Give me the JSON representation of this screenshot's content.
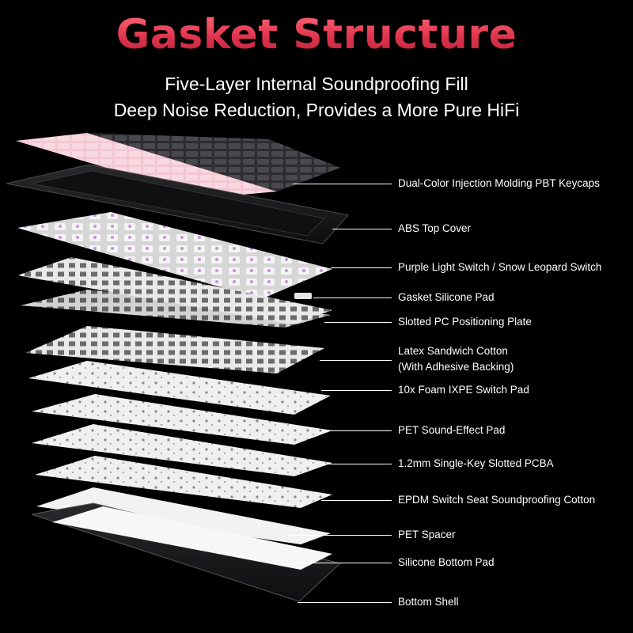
{
  "header": {
    "title": "Gasket Structure",
    "subtitle_1": "Five-Layer Internal Soundproofing Fill",
    "subtitle_2": "Deep Noise Reduction, Provides a More Pure HiFi"
  },
  "colors": {
    "title_accent": "#e0334d",
    "keycap_pink": "#f3c7d4",
    "keycap_dark": "#3a3a3e",
    "background": "#000000"
  },
  "layers": [
    {
      "name": "Dual-Color Injection Molding PBT Keycaps"
    },
    {
      "name": "ABS Top Cover"
    },
    {
      "name": "Purple Light Switch / Snow Leopard Switch"
    },
    {
      "name": "Gasket Silicone Pad"
    },
    {
      "name": "Slotted PC Positioning Plate"
    },
    {
      "name": "Latex Sandwich Cotton",
      "note": "(With Adhesive Backing)"
    },
    {
      "name": "10x Foam IXPE Switch Pad"
    },
    {
      "name": "PET Sound-Effect Pad"
    },
    {
      "name": "1.2mm Single-Key Slotted PCBA"
    },
    {
      "name": "EPDM Switch Seat Soundproofing Cotton"
    },
    {
      "name": "PET Spacer"
    },
    {
      "name": "Silicone Bottom Pad"
    },
    {
      "name": "Bottom Shell"
    }
  ]
}
